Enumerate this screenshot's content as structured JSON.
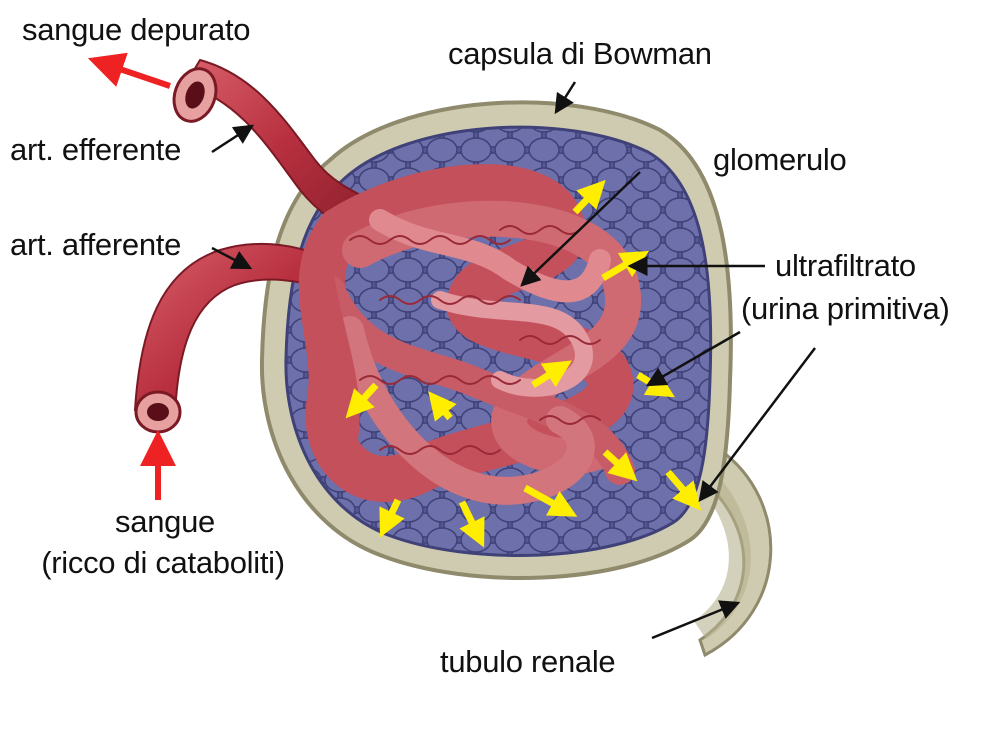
{
  "labels": {
    "sangue_depurato": "sangue depurato",
    "capsula": "capsula di Bowman",
    "art_efferente": "art. efferente",
    "glomerulo": "glomerulo",
    "art_afferente": "art. afferente",
    "ultrafiltrato_1": "ultrafiltrato",
    "ultrafiltrato_2": "(urina primitiva)",
    "sangue_1": "sangue",
    "sangue_2": "(ricco di cataboliti)",
    "tubulo": "tubulo renale"
  },
  "colors": {
    "vessel": "#b8303f",
    "vessel_light": "#e0808a",
    "capillary": "#d9777a",
    "capsule_wall": "#b5b08e",
    "capsule_space": "#4d4f8c",
    "cells": "#7c7fb8",
    "flow_arrow": "#ee2222",
    "filtrate_arrow": "#ffee00",
    "leader_line": "#111111"
  }
}
